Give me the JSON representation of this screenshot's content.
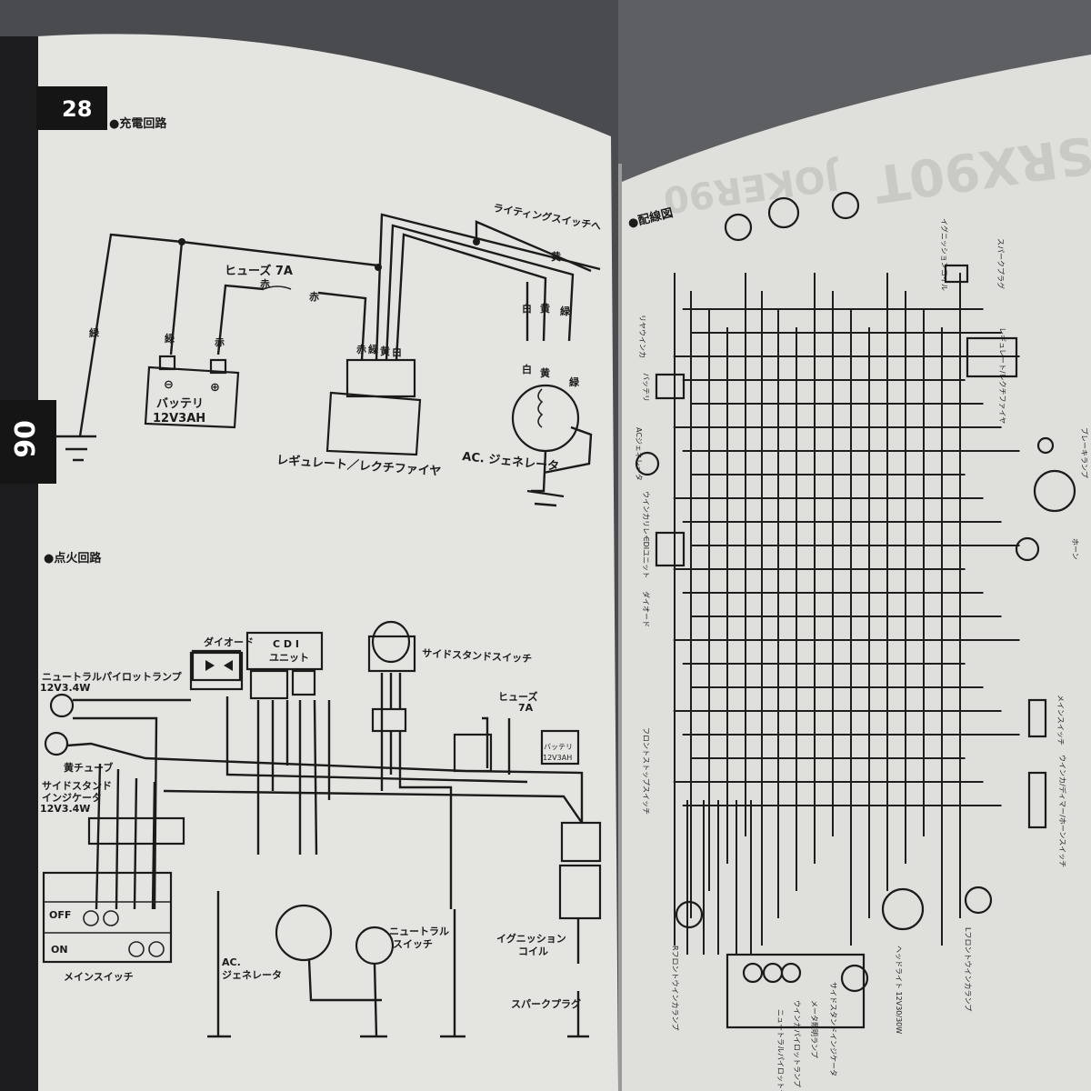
{
  "left_page": {
    "page_number": "28",
    "section_tab": "06",
    "charging": {
      "title": "●充電回路",
      "fuse": "ヒューズ 7A",
      "lighting_switch": "ライティングスイッチへ",
      "battery": "バッテリ",
      "battery_spec": "12V3AH",
      "regulator": "レギュレート／レクチファイヤ",
      "generator": "AC. ジェネレータ",
      "wire_colors": [
        "緑",
        "緑",
        "赤",
        "赤",
        "赤",
        "赤",
        "緑",
        "黄",
        "白",
        "白",
        "黄",
        "緑",
        "白",
        "黄",
        "緑",
        "黄"
      ]
    },
    "ignition": {
      "title": "●点火回路",
      "diode": "ダイオード",
      "cdi_line1": "C D I",
      "cdi_line2": "ユニット",
      "side_stand_switch": "サイドスタンドスイッチ",
      "neutral_lamp": "ニュートラルパイロットランプ",
      "neutral_lamp_spec": "12V3.4W",
      "side_stand_indicator_1": "サイドスタンド",
      "side_stand_indicator_2": "インジケータ",
      "side_stand_indicator_spec": "12V3.4W",
      "yellow_tube": "黄チューブ",
      "fuse": "ヒューズ",
      "fuse_spec": "7A",
      "battery": "バッテリ",
      "battery_spec": "12V3AH",
      "main_switch": "メインスイッチ",
      "off": "OFF",
      "on": "ON",
      "generator_1": "AC.",
      "generator_2": "ジェネレータ",
      "neutral_switch_1": "ニュートラル",
      "neutral_switch_2": "スイッチ",
      "ignition_coil_1": "イグニッション",
      "ignition_coil_2": "コイル",
      "spark_plug": "スパークプラグ"
    }
  },
  "right_page": {
    "header_model": "SRX90T",
    "header_name": "JOKER90",
    "title": "●配線図",
    "bottom_labels": [
      "Rフロントウインカランプ",
      "ニュートラルパイロットランプ",
      "ウインカパイロットランプ",
      "メータ照明ランプ",
      "サイドスタンドインジケータ",
      "ヘッドライト 12V30/30W",
      "Lフロントウインカランプ"
    ],
    "side_labels": [
      "レギュレート/レクチファイヤ",
      "ブレーキランプ",
      "ホーン",
      "メインスイッチ",
      "ウインカ/ディマー/ホーンスイッチ"
    ],
    "left_labels": [
      "リヤウインカ",
      "バッテリ",
      "ACジェネレータ",
      "ウインカリレー",
      "CDIユニット",
      "ダイオード",
      "フロントストップスイッチ"
    ],
    "top_labels": [
      "イグニッションコイル",
      "スパークプラグ"
    ]
  }
}
